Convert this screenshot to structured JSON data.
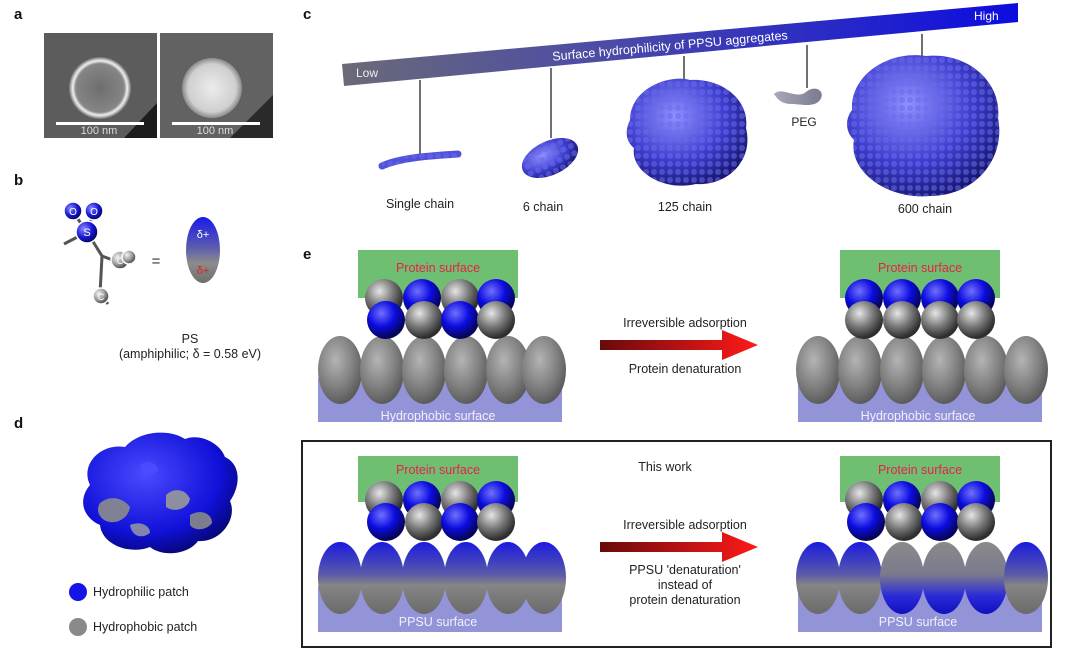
{
  "panels": {
    "a": {
      "label": "a",
      "scale_left": "100 nm",
      "scale_right": "100 nm"
    },
    "b": {
      "label": "b",
      "atom_s": "S",
      "atom_o1": "O",
      "atom_o2": "O",
      "atom_c1": "C",
      "atom_c2": "C",
      "equals": "=",
      "delta_plus_top": "δ+",
      "delta_plus_bottom": "δ+",
      "caption_line1": "PS",
      "caption_line2": "(amphiphilic; δ = 0.58 eV)"
    },
    "c": {
      "label": "c",
      "bar_low": "Low",
      "bar_title": "Surface hydrophilicity of PPSU aggregates",
      "bar_high": "High",
      "items": [
        {
          "label": "Single chain"
        },
        {
          "label": "6 chain"
        },
        {
          "label": "125 chain"
        },
        {
          "label": "PEG"
        },
        {
          "label": "600 chain"
        }
      ]
    },
    "d": {
      "label": "d",
      "legend": [
        {
          "label": "Hydrophilic patch",
          "color": "#1414e6"
        },
        {
          "label": "Hydrophobic patch",
          "color": "#8a8a8a"
        }
      ]
    },
    "e": {
      "label": "e",
      "top": {
        "protein_left": "Protein surface",
        "protein_right": "Protein surface",
        "arrow_line1": "Irreversible adsorption",
        "arrow_line2": "Protein denaturation",
        "surface_left": "Hydrophobic surface",
        "surface_right": "Hydrophobic surface"
      },
      "bottom": {
        "title": "This work",
        "protein_left": "Protein surface",
        "protein_right": "Protein surface",
        "arrow_line1": "Irreversible adsorption",
        "arrow_line2": "PPSU 'denaturation'",
        "arrow_line3": "instead of",
        "arrow_line4": "protein denaturation",
        "surface_left": "PPSU surface",
        "surface_right": "PPSU surface"
      }
    }
  },
  "colors": {
    "protein_green": "#6fbf73",
    "protein_text": "#e8204a",
    "surface_purple": "#8080d0",
    "blue_sphere": "#1010e0",
    "grey": "#7a7a7a",
    "arrow_red": "#e01010"
  }
}
